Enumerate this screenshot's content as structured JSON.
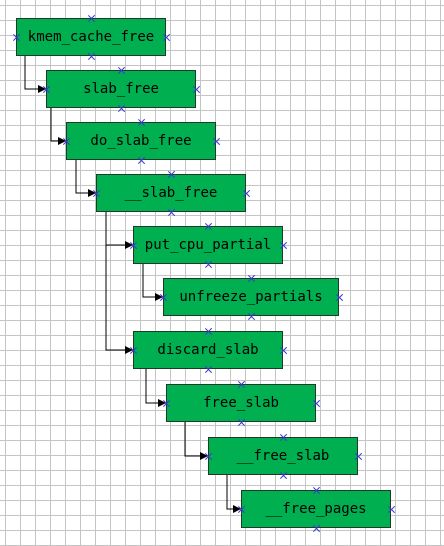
{
  "nodes": [
    {
      "id": "n0",
      "label": "kmem_cache_free"
    },
    {
      "id": "n1",
      "label": "slab_free"
    },
    {
      "id": "n2",
      "label": "do_slab_free"
    },
    {
      "id": "n3",
      "label": "__slab_free"
    },
    {
      "id": "n4",
      "label": "put_cpu_partial"
    },
    {
      "id": "n5",
      "label": "unfreeze_partials"
    },
    {
      "id": "n6",
      "label": "discard_slab"
    },
    {
      "id": "n7",
      "label": "free_slab"
    },
    {
      "id": "n8",
      "label": "__free_slab"
    },
    {
      "id": "n9",
      "label": "__free_pages"
    }
  ],
  "edges": [
    {
      "from": "n0",
      "to": "n1"
    },
    {
      "from": "n1",
      "to": "n2"
    },
    {
      "from": "n2",
      "to": "n3"
    },
    {
      "from": "n3",
      "to": "n4"
    },
    {
      "from": "n4",
      "to": "n5"
    },
    {
      "from": "n3",
      "to": "n6"
    },
    {
      "from": "n6",
      "to": "n7"
    },
    {
      "from": "n7",
      "to": "n8"
    },
    {
      "from": "n8",
      "to": "n9"
    }
  ],
  "colors": {
    "node_fill": "#00b050",
    "node_border": "#1f3b27",
    "connector": "#000000",
    "grid": "#c4c4c4",
    "handle": "#3a3ad0"
  }
}
